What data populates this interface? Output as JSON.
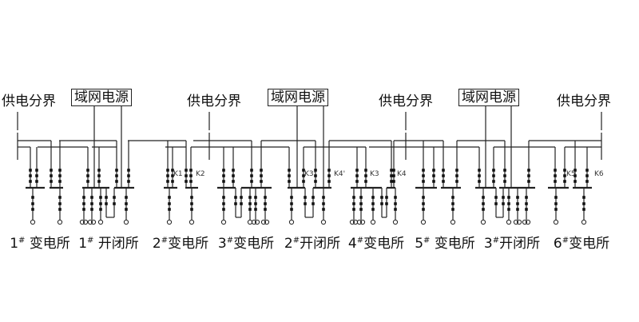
{
  "boundary_label": "供电分界",
  "source_label": "域网电源",
  "switch_labels": [
    "K1",
    "K2",
    "K3'",
    "K4'",
    "K3",
    "K4",
    "K5",
    "K6"
  ],
  "stations": [
    {
      "num": "1",
      "mark": "#",
      "name": "变电所"
    },
    {
      "num": "1",
      "mark": "#",
      "name": "开闭所"
    },
    {
      "num": "2",
      "mark": "#",
      "name": "变电所"
    },
    {
      "num": "3",
      "mark": "#",
      "name": "变电所"
    },
    {
      "num": "2",
      "mark": "#",
      "name": "开闭所"
    },
    {
      "num": "4",
      "mark": "#",
      "name": "变电所"
    },
    {
      "num": "5",
      "mark": "#",
      "name": "变电所"
    },
    {
      "num": "3",
      "mark": "#",
      "name": "开闭所"
    },
    {
      "num": "6",
      "mark": "#",
      "name": "变电所"
    }
  ]
}
